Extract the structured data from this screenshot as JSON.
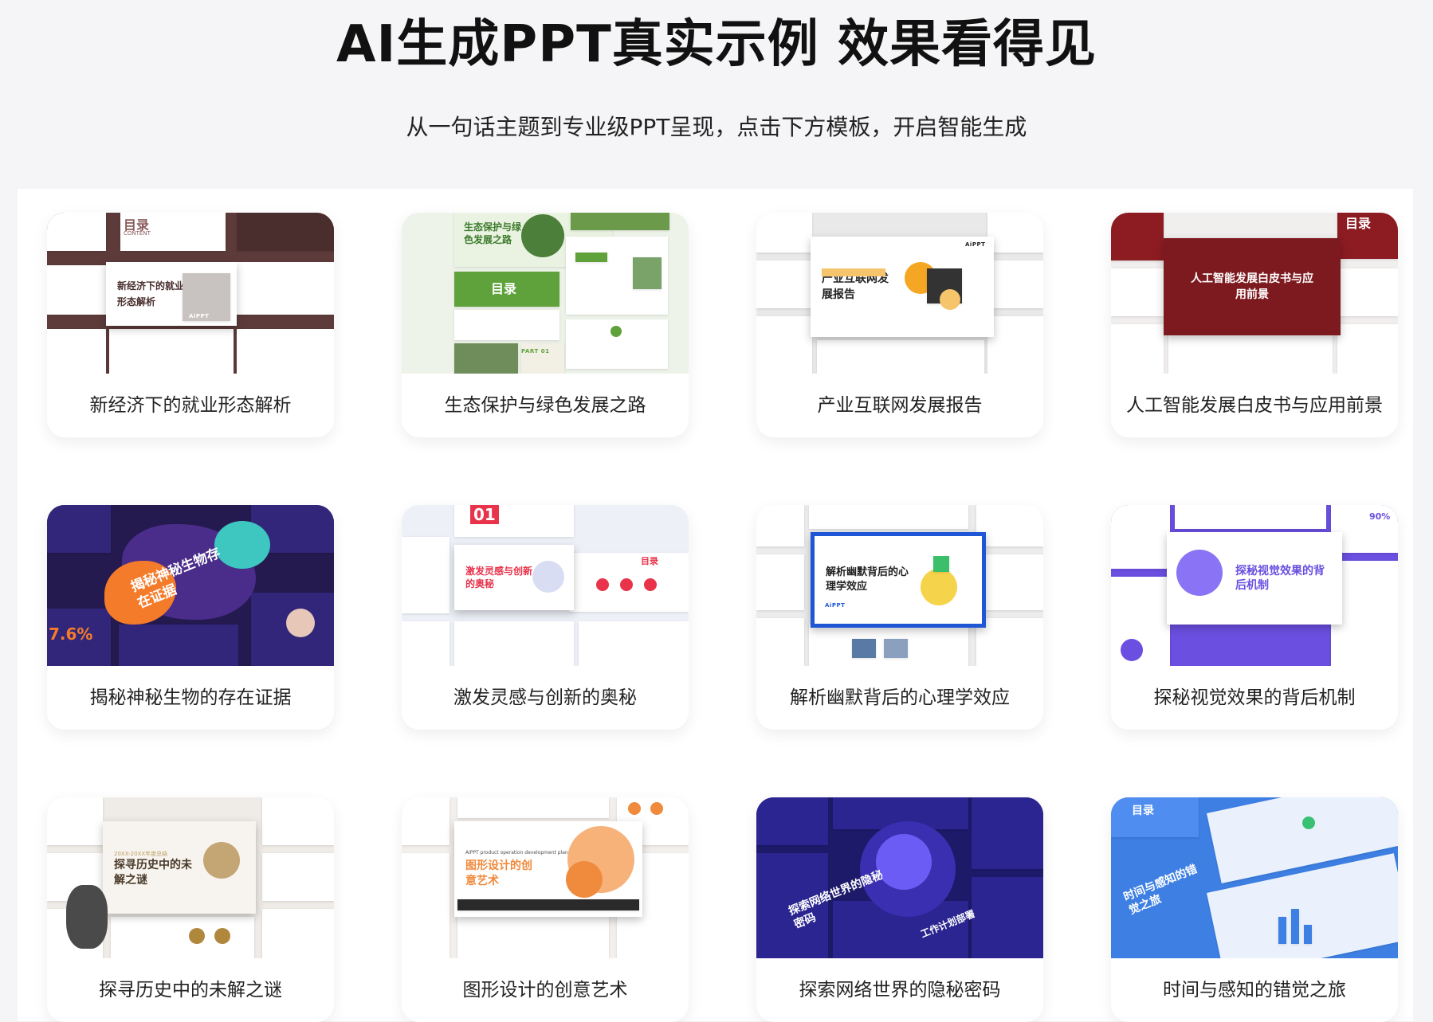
{
  "header": {
    "title": "AI生成PPT真实示例 效果看得见",
    "subtitle": "从一句话主题到专业级PPT呈现，点击下方模板，开启智能生成"
  },
  "templates": [
    {
      "label": "新经济下的就业形态解析",
      "preview_title": "新经济下的就业形态解析",
      "preview_toc": "目录",
      "preview_toc_en": "CONTENT",
      "brand": "AiPPT",
      "palette": {
        "bg": "#5e3b3b",
        "tile": "#ffffff",
        "accent": "#8a5a5a"
      }
    },
    {
      "label": "生态保护与绿色发展之路",
      "preview_title": "生态保护与绿色发展之路",
      "preview_toc": "目录",
      "preview_part": "PART 01",
      "palette": {
        "bg": "#eef3ea",
        "tile": "#ffffff",
        "accent": "#5a9a3c"
      }
    },
    {
      "label": "产业互联网发展报告",
      "preview_title": "产业互联网发展报告",
      "brand": "AiPPT",
      "palette": {
        "bg": "#e9e9e9",
        "tile": "#ffffff",
        "accent": "#f5a623"
      }
    },
    {
      "label": "人工智能发展白皮书与应用前景",
      "preview_title": "人工智能发展白皮书与应用前景",
      "preview_toc": "目录",
      "palette": {
        "bg": "#f1eeee",
        "tile": "#ffffff",
        "accent": "#8c1c22"
      }
    },
    {
      "label": "揭秘神秘生物的存在证据",
      "preview_title": "揭秘神秘生物存在证据",
      "preview_stat": "7.6%",
      "palette": {
        "bg": "#241a4f",
        "tile": "#32267a",
        "accent": "#f47b2a"
      }
    },
    {
      "label": "激发灵感与创新的奥秘",
      "preview_title": "激发灵感与创新的奥秘",
      "preview_num": "01",
      "preview_toc": "目录",
      "palette": {
        "bg": "#eef0f8",
        "tile": "#ffffff",
        "accent": "#e8334a"
      }
    },
    {
      "label": "解析幽默背后的心理学效应",
      "preview_title": "解析幽默背后的心理学效应",
      "brand": "AiPPT",
      "palette": {
        "bg": "#ececec",
        "tile": "#ffffff",
        "accent": "#1f56d6"
      }
    },
    {
      "label": "探秘视觉效果的背后机制",
      "preview_title": "探秘视觉效果的背后机制",
      "preview_stat": "90%",
      "palette": {
        "bg": "#6a4fe0",
        "tile": "#ffffff",
        "accent": "#8a73f5"
      }
    },
    {
      "label": "探寻历史中的未解之谜",
      "preview_title": "探寻历史中的未解之谜",
      "preview_year": "20XX-20XX年度总结",
      "palette": {
        "bg": "#efebe6",
        "tile": "#ffffff",
        "accent": "#b0883d"
      }
    },
    {
      "label": "图形设计的创意艺术",
      "preview_title": "图形设计的创意艺术",
      "preview_en": "AiPPT product operation development planning",
      "palette": {
        "bg": "#f3efec",
        "tile": "#ffffff",
        "accent": "#f08a3c"
      }
    },
    {
      "label": "探索网络世界的隐秘密码",
      "preview_title": "探索网络世界的隐秘密码",
      "preview_sub": "工作计划部署",
      "palette": {
        "bg": "#1d1a6a",
        "tile": "#2a2590",
        "accent": "#6a5cf5"
      }
    },
    {
      "label": "时间与感知的错觉之旅",
      "preview_title": "时间与感知的错觉之旅",
      "preview_toc": "目录",
      "palette": {
        "bg": "#3d7fe3",
        "tile": "#ffffff",
        "accent": "#2f6ad6"
      }
    }
  ]
}
